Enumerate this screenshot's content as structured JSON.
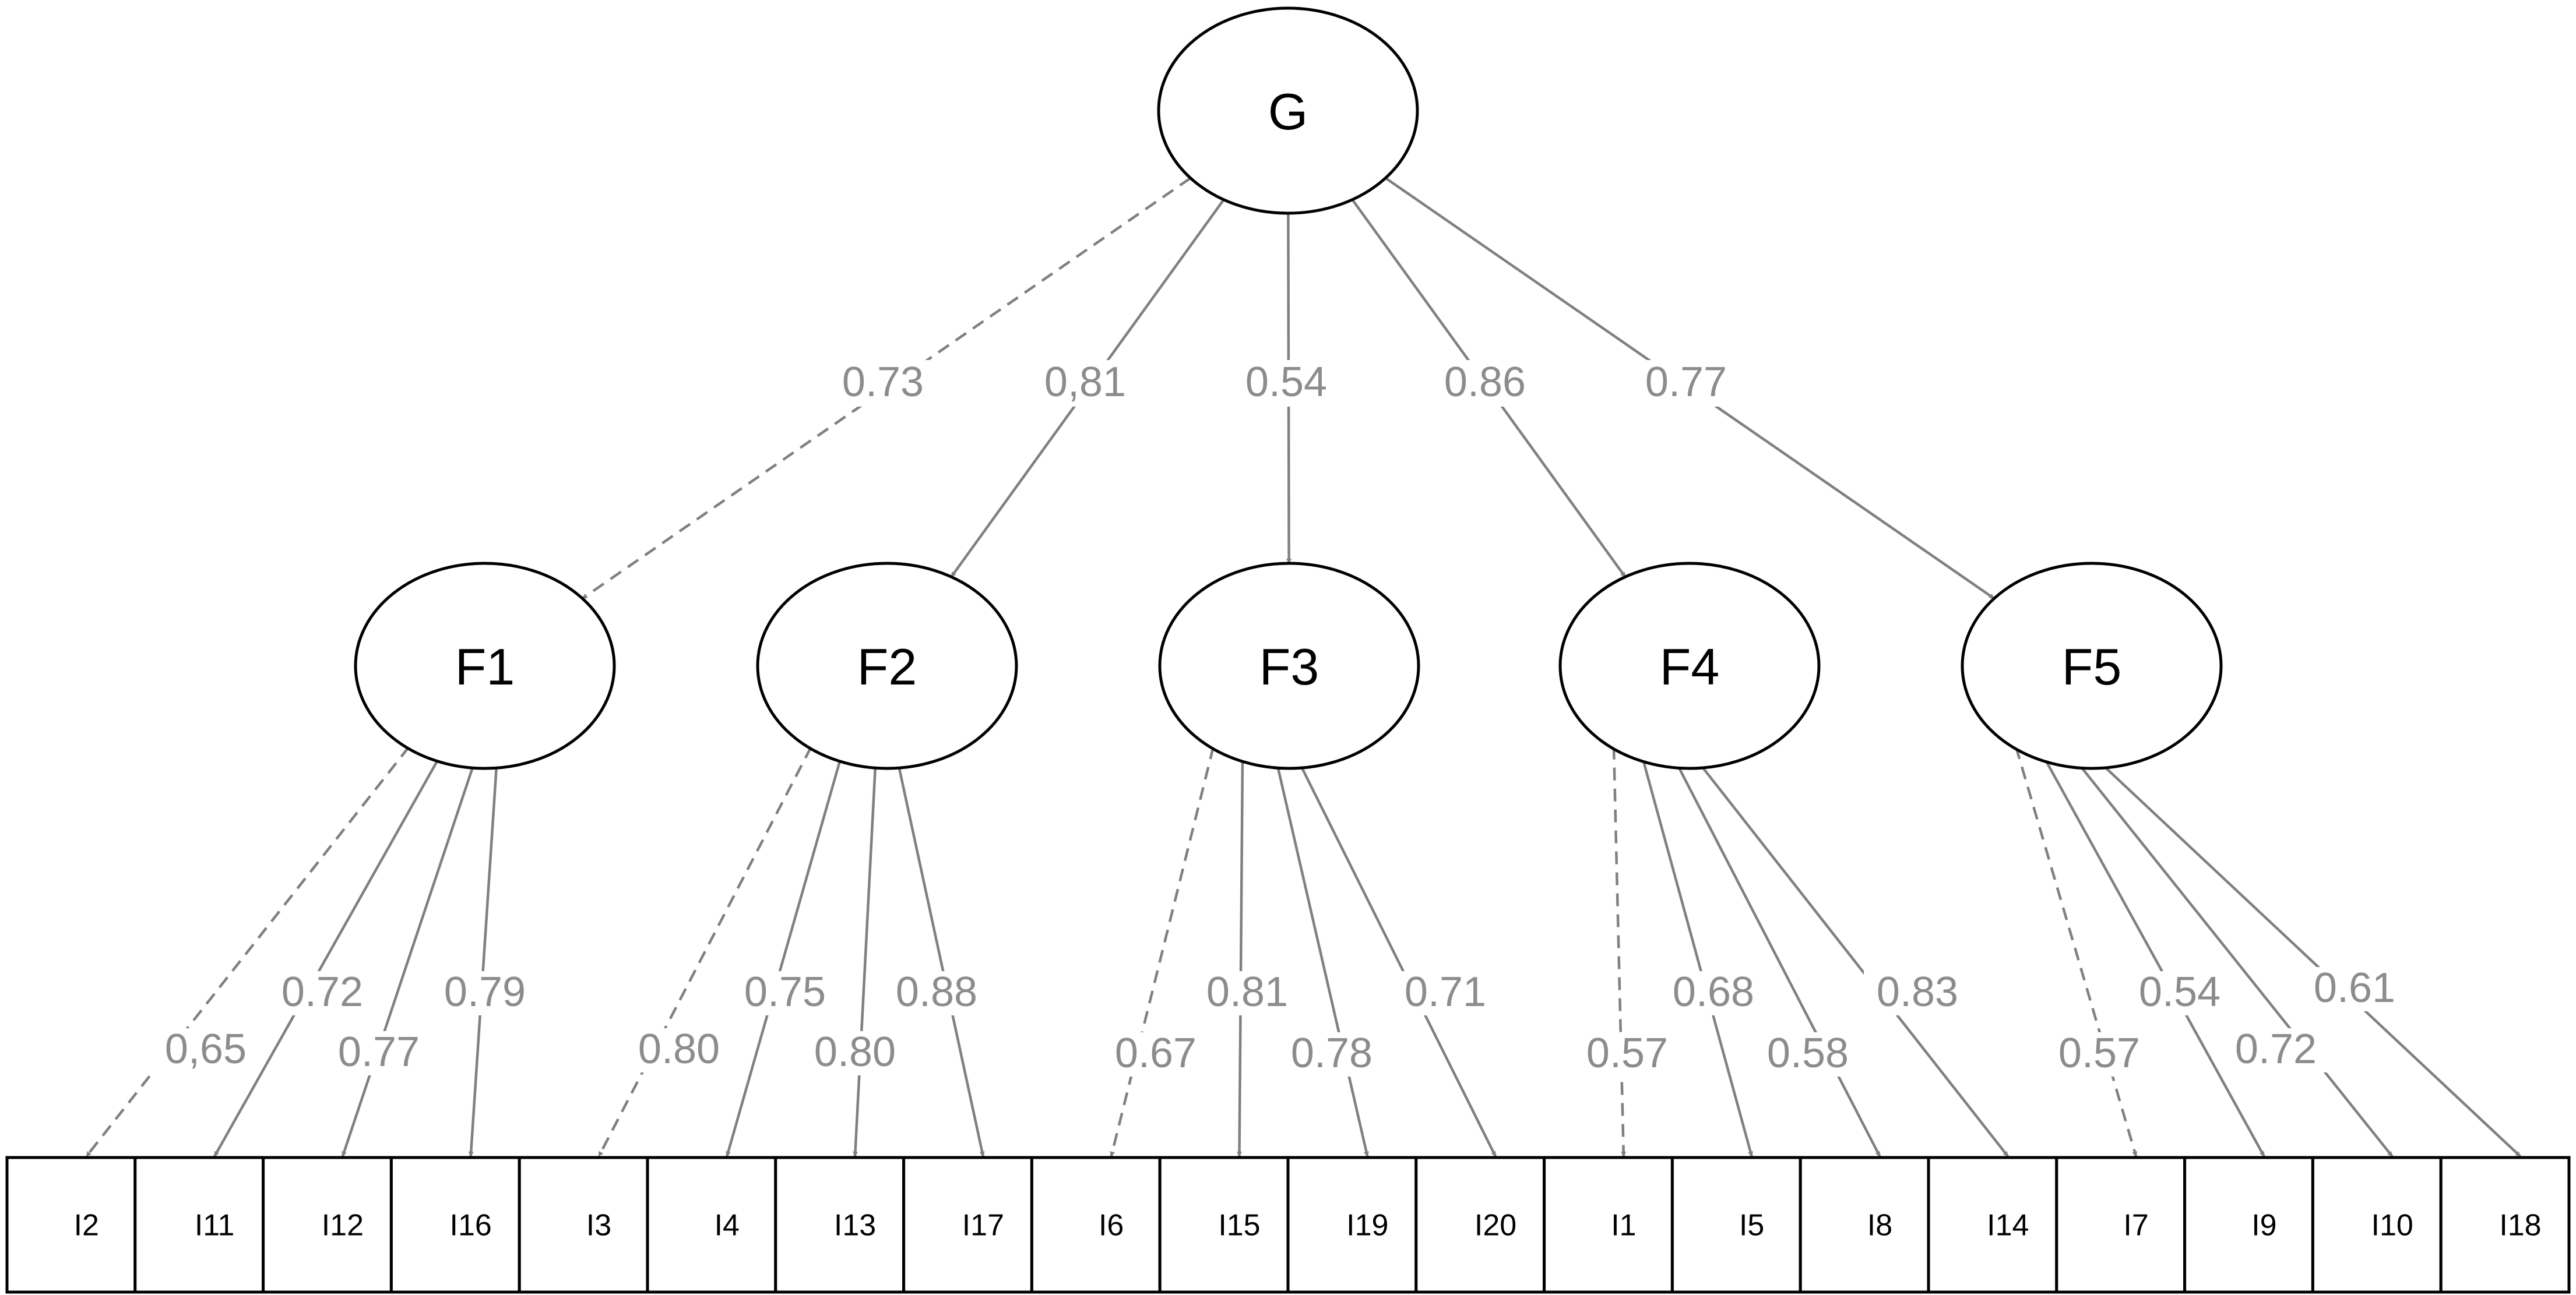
{
  "colors": {
    "edge": "#808080",
    "loading_text": "#8c8c8c",
    "outline": "#000000"
  },
  "general": {
    "label": "G"
  },
  "factors": [
    {
      "label": "F1",
      "loading": "0.73",
      "fixed": true
    },
    {
      "label": "F2",
      "loading": "0,81",
      "fixed": false
    },
    {
      "label": "F3",
      "loading": "0.54",
      "fixed": false
    },
    {
      "label": "F4",
      "loading": "0.86",
      "fixed": false
    },
    {
      "label": "F5",
      "loading": "0.77",
      "fixed": false
    }
  ],
  "indicators": [
    {
      "label": "I2",
      "factor": 0,
      "loading": "0,65",
      "fixed": true
    },
    {
      "label": "I11",
      "factor": 0,
      "loading": "0.72",
      "fixed": false
    },
    {
      "label": "I12",
      "factor": 0,
      "loading": "0.77",
      "fixed": false
    },
    {
      "label": "I16",
      "factor": 0,
      "loading": "0.79",
      "fixed": false
    },
    {
      "label": "I3",
      "factor": 1,
      "loading": "0.80",
      "fixed": true
    },
    {
      "label": "I4",
      "factor": 1,
      "loading": "0.75",
      "fixed": false
    },
    {
      "label": "I13",
      "factor": 1,
      "loading": "0.80",
      "fixed": false
    },
    {
      "label": "I17",
      "factor": 1,
      "loading": "0.88",
      "fixed": false
    },
    {
      "label": "I6",
      "factor": 2,
      "loading": "0.67",
      "fixed": true
    },
    {
      "label": "I15",
      "factor": 2,
      "loading": "0.81",
      "fixed": false
    },
    {
      "label": "I19",
      "factor": 2,
      "loading": "0.78",
      "fixed": false
    },
    {
      "label": "I20",
      "factor": 2,
      "loading": "0.71",
      "fixed": false
    },
    {
      "label": "I1",
      "factor": 3,
      "loading": "0.57",
      "fixed": true
    },
    {
      "label": "I5",
      "factor": 3,
      "loading": "0.68",
      "fixed": false
    },
    {
      "label": "I8",
      "factor": 3,
      "loading": "0.58",
      "fixed": false
    },
    {
      "label": "I14",
      "factor": 3,
      "loading": "0.83",
      "fixed": false
    },
    {
      "label": "I7",
      "factor": 4,
      "loading": "0.57",
      "fixed": true
    },
    {
      "label": "I9",
      "factor": 4,
      "loading": "0.54",
      "fixed": false
    },
    {
      "label": "I10",
      "factor": 4,
      "loading": "0.72",
      "fixed": false
    },
    {
      "label": "I18",
      "factor": 4,
      "loading": "0.61",
      "fixed": false
    }
  ]
}
